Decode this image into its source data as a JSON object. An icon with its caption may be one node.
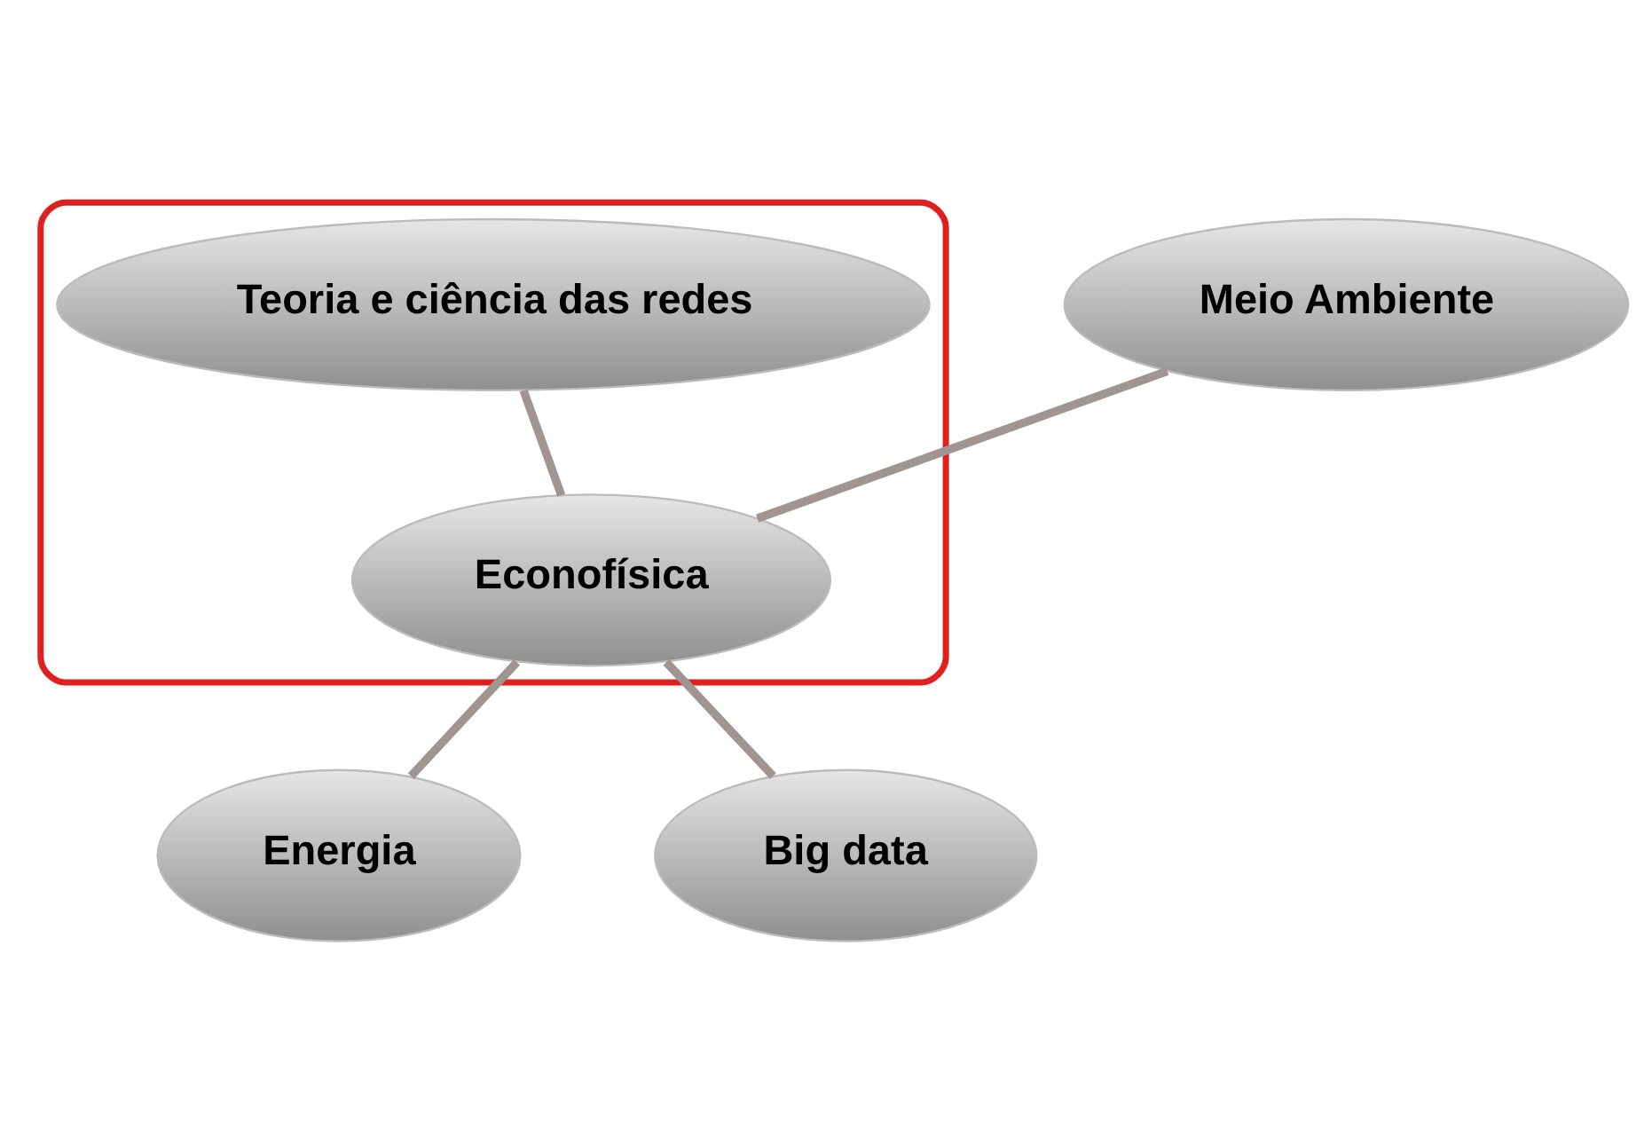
{
  "diagram": {
    "nodes": [
      {
        "text": [],
        "shape": "outline"
      },
      {
        "text": [
          "Teoria e ciência das redes"
        ],
        "in": 0
      },
      {
        "text": [
          "Meio Ambiente"
        ]
      },
      {
        "text": [
          "Econofísica"
        ],
        "in": 0
      },
      {
        "text": [
          "Energia"
        ]
      },
      {
        "text": [
          "Big data"
        ]
      }
    ],
    "edges": [
      {
        "from": 1,
        "to": 3,
        "arrow": "none"
      },
      {
        "from": 2,
        "to": 3,
        "arrow": "none"
      },
      {
        "from": 3,
        "to": 4,
        "arrow": "none"
      },
      {
        "from": 3,
        "to": 5,
        "arrow": "none"
      }
    ]
  }
}
